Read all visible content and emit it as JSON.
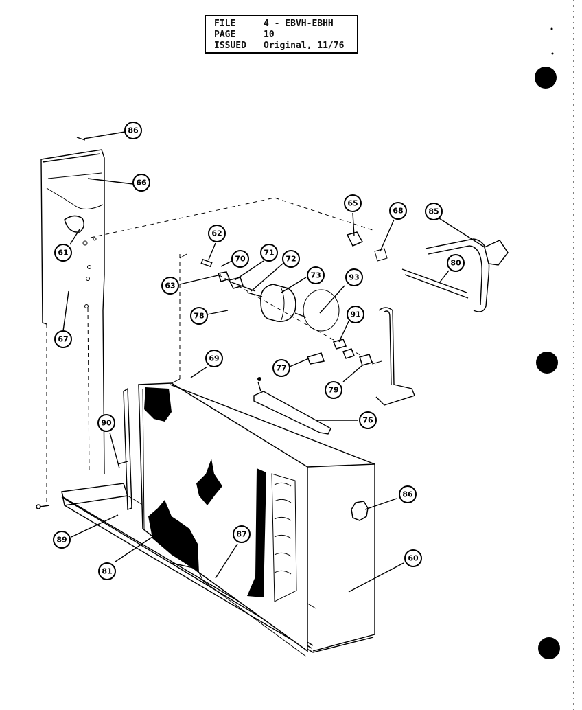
{
  "header": {
    "file_label": "FILE",
    "file_value": "4 - EBVH-EBHH",
    "page_label": "PAGE",
    "page_value": "10",
    "issued_label": "ISSUED",
    "issued_value": "Original, 11/76"
  },
  "callouts": {
    "c86_top": "86",
    "c66": "66",
    "c61": "61",
    "c67": "67",
    "c62": "62",
    "c70": "70",
    "c71": "71",
    "c72": "72",
    "c63": "63",
    "c73": "73",
    "c78": "78",
    "c65": "65",
    "c68": "68",
    "c85": "85",
    "c80": "80",
    "c93": "93",
    "c91": "91",
    "c77": "77",
    "c79": "79",
    "c69": "69",
    "c76": "76",
    "c90": "90",
    "c89": "89",
    "c81": "81",
    "c87": "87",
    "c86_knob": "86",
    "c60": "60"
  }
}
